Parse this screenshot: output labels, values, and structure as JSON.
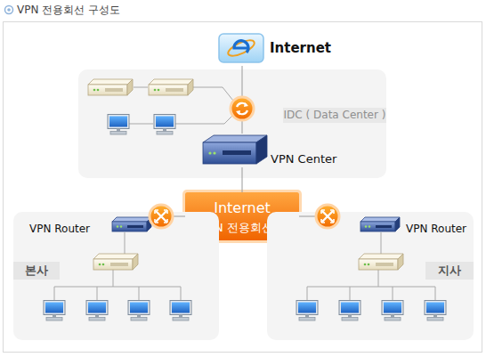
{
  "diagram": {
    "title": "VPN 전용회선 구성도",
    "nodes": [
      {
        "text": [
          "Internet"
        ]
      },
      {
        "text": [
          "IDC ( Data Center )"
        ]
      },
      {
        "text": [
          "VPN Center"
        ],
        "in": 1
      },
      {
        "text": [
          "Internet",
          "VPN 전용회선망"
        ]
      },
      {
        "text": [
          "본사"
        ]
      },
      {
        "text": [
          "VPN Router"
        ],
        "in": 4
      },
      {
        "text": [
          "지사"
        ]
      },
      {
        "text": [
          "VPN Router"
        ],
        "in": 6
      }
    ],
    "edges": [
      {
        "from": 0,
        "to": 2,
        "arrow": "none"
      },
      {
        "from": 2,
        "to": 3,
        "arrow": "none"
      },
      {
        "from": 3,
        "to": 5,
        "arrow": "none"
      },
      {
        "from": 3,
        "to": 7,
        "arrow": "none"
      }
    ]
  }
}
